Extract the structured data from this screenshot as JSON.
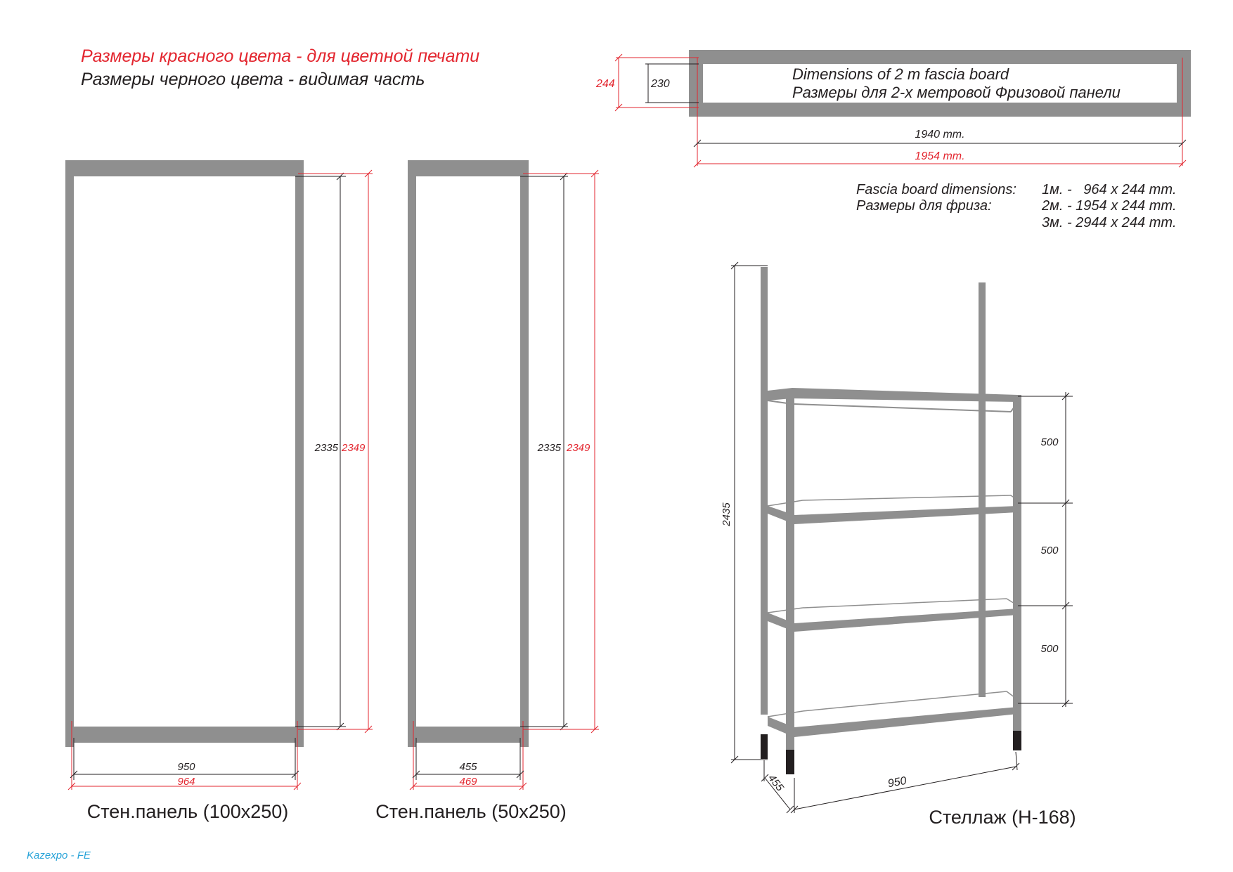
{
  "legend": {
    "red_line": "Размеры красного цвета - для цветной печати",
    "black_line": "Размеры черного цвета - видимая часть"
  },
  "fascia": {
    "title_en": "Dimensions of 2 m fascia board",
    "title_ru": "Размеры для 2-х метровой Фризовой панели",
    "height_red": "244",
    "height_black": "230",
    "width_black": "1940 mm.",
    "width_red": "1954 mm.",
    "table": {
      "label_en": "Fascia board dimensions:",
      "label_ru": "Размеры для фриза:",
      "rows": [
        "1м. -   964 x 244 mm.",
        "2м. - 1954 x 244 mm.",
        "3м. - 2944 x 244 mm."
      ]
    }
  },
  "panel_large": {
    "caption": "Стен.панель (100x250)",
    "height_black": "2335",
    "height_red": "2349",
    "width_black": "950",
    "width_red": "964"
  },
  "panel_small": {
    "caption": "Стен.панель (50x250)",
    "height_black": "2335",
    "height_red": "2349",
    "width_black": "455",
    "width_red": "469"
  },
  "shelf": {
    "caption": "Стеллаж (Н-168)",
    "height": "2435",
    "spacings": [
      "500",
      "500",
      "500"
    ],
    "width": "950",
    "depth": "455"
  },
  "footer": "Kazexpo - FE",
  "colors": {
    "frame": "#8f8f8f",
    "red": "#e3262f",
    "black": "#231f20",
    "footer": "#27a3d8"
  }
}
